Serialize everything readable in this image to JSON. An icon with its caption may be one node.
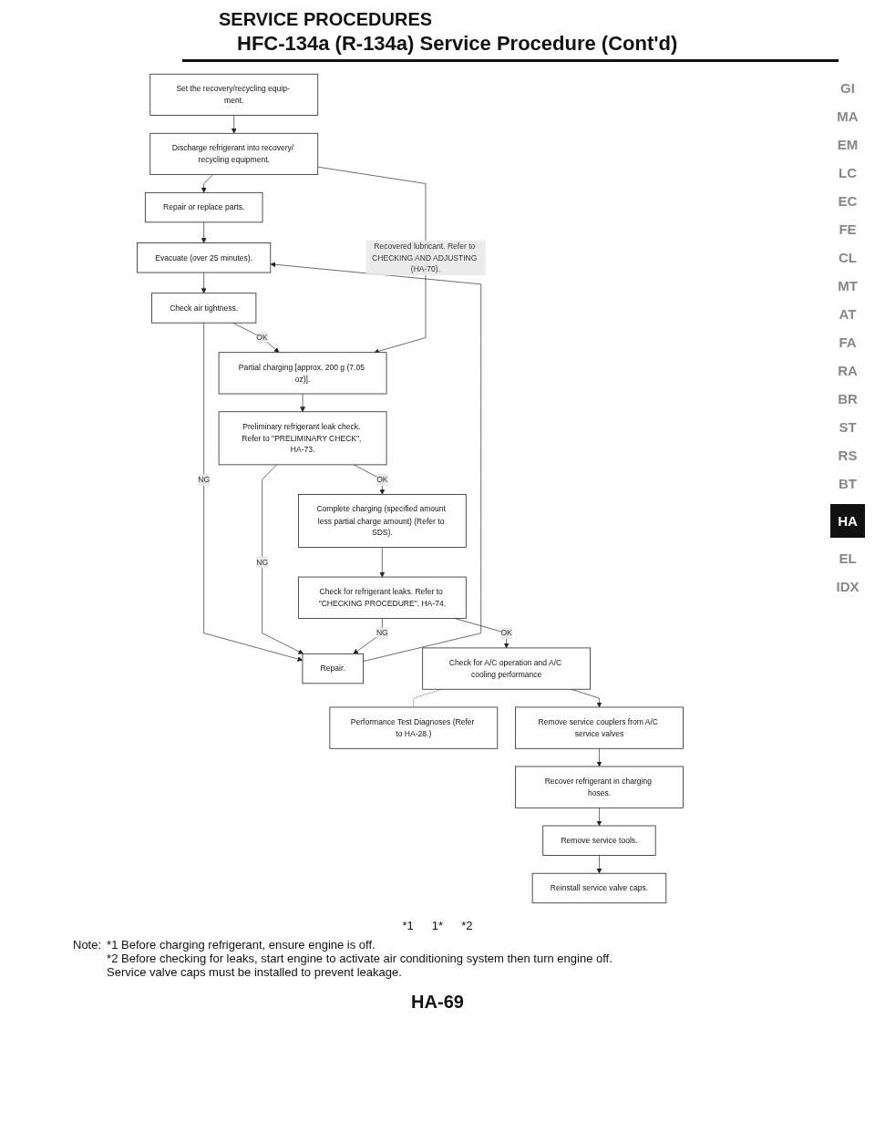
{
  "diagram": {
    "title": "HFC-134a (R-134a) Service Procedure (Cont'd)",
    "nodes": [
      {
        "text": [
          "Set the recovery/recycling equip- ment."
        ]
      },
      {
        "text": [
          "Discharge refrigerant into recovery/ recycling equipment."
        ]
      },
      {
        "text": [
          "Repair or replace parts."
        ]
      },
      {
        "text": [
          "Evacuate (over 25 minutes)."
        ]
      },
      {
        "text": [
          "Check air tightness."
        ]
      },
      {
        "text": [
          "Repair."
        ]
      },
      {
        "text": [
          "Partial charging [approx. 200 g (7.05 oz)]."
        ]
      },
      {
        "text": [
          "Preliminary refrigerant leak check. Refer to \"PRELIMINARY CHECK\", HA-73."
        ]
      },
      {
        "text": [
          "Complete charging (specified amount less partial charge amount) (Refer to SDS)."
        ]
      },
      {
        "text": [
          "Check for refrigerant leaks. Refer to \"CHECKING PROCEDURE\", HA-74."
        ]
      },
      {
        "text": [
          "Check for A/C operation and A/C cooling performance"
        ]
      },
      {
        "text": [
          "Performance Test Diagnoses (Refer to HA-28.)"
        ]
      },
      {
        "text": [
          "Remove service couplers from A/C service valves"
        ]
      },
      {
        "text": [
          "Recover refrigerant in charging hoses."
        ]
      },
      {
        "text": [
          "Remove service tools."
        ]
      },
      {
        "text": [
          "Reinstall service valve caps."
        ]
      }
    ],
    "edges": [
      {
        "from": 0,
        "to": 1,
        "arrow": "to"
      },
      {
        "from": 1,
        "to": 2,
        "arrow": "to"
      },
      {
        "from": 2,
        "to": 3,
        "arrow": "to"
      },
      {
        "from": 3,
        "to": 4,
        "arrow": "to"
      },
      {
        "from": 4,
        "to": 5,
        "arrow": "to",
        "label": "NG"
      },
      {
        "from": 5,
        "to": 3,
        "arrow": "to"
      },
      {
        "from": 4,
        "to": 6,
        "arrow": "to",
        "label": "OK"
      },
      {
        "from": 1,
        "to": 6,
        "arrow": "to",
        "label": "Recovered lubricant. Refer to CHECKING AND ADJUSTING (HA-70)."
      },
      {
        "from": 6,
        "to": 7,
        "arrow": "to"
      },
      {
        "from": 7,
        "to": 5,
        "arrow": "to",
        "label": "NG"
      },
      {
        "from": 7,
        "to": 8,
        "arrow": "to",
        "label": "OK"
      },
      {
        "from": 8,
        "to": 9,
        "arrow": "to"
      },
      {
        "from": 9,
        "to": 5,
        "arrow": "to",
        "label": "NG"
      },
      {
        "from": 9,
        "to": 10,
        "arrow": "to",
        "label": "OK"
      },
      {
        "from": 10,
        "to": 11,
        "arrow": "none",
        "style": "dashed"
      },
      {
        "from": 10,
        "to": 12,
        "arrow": "to"
      },
      {
        "from": 12,
        "to": 13,
        "arrow": "to"
      },
      {
        "from": 13,
        "to": 14,
        "arrow": "to"
      },
      {
        "from": 14,
        "to": 15,
        "arrow": "to"
      }
    ],
    "labels": [
      "SERVICE PROCEDURES",
      "*1",
      "1*",
      "*2",
      "Note:",
      "*1 Before charging refrigerant, ensure engine is off.",
      "*2 Before checking for leaks, start engine to activate air conditioning system then turn engine off.",
      "Service valve caps must be installed to prevent leakage.",
      "HA-69",
      "GI",
      "MA",
      "EM",
      "LC",
      "EC",
      "FE",
      "CL",
      "MT",
      "AT",
      "FA",
      "RA",
      "BR",
      "ST",
      "RS",
      "BT",
      "HA",
      "EL",
      "IDX"
    ]
  }
}
